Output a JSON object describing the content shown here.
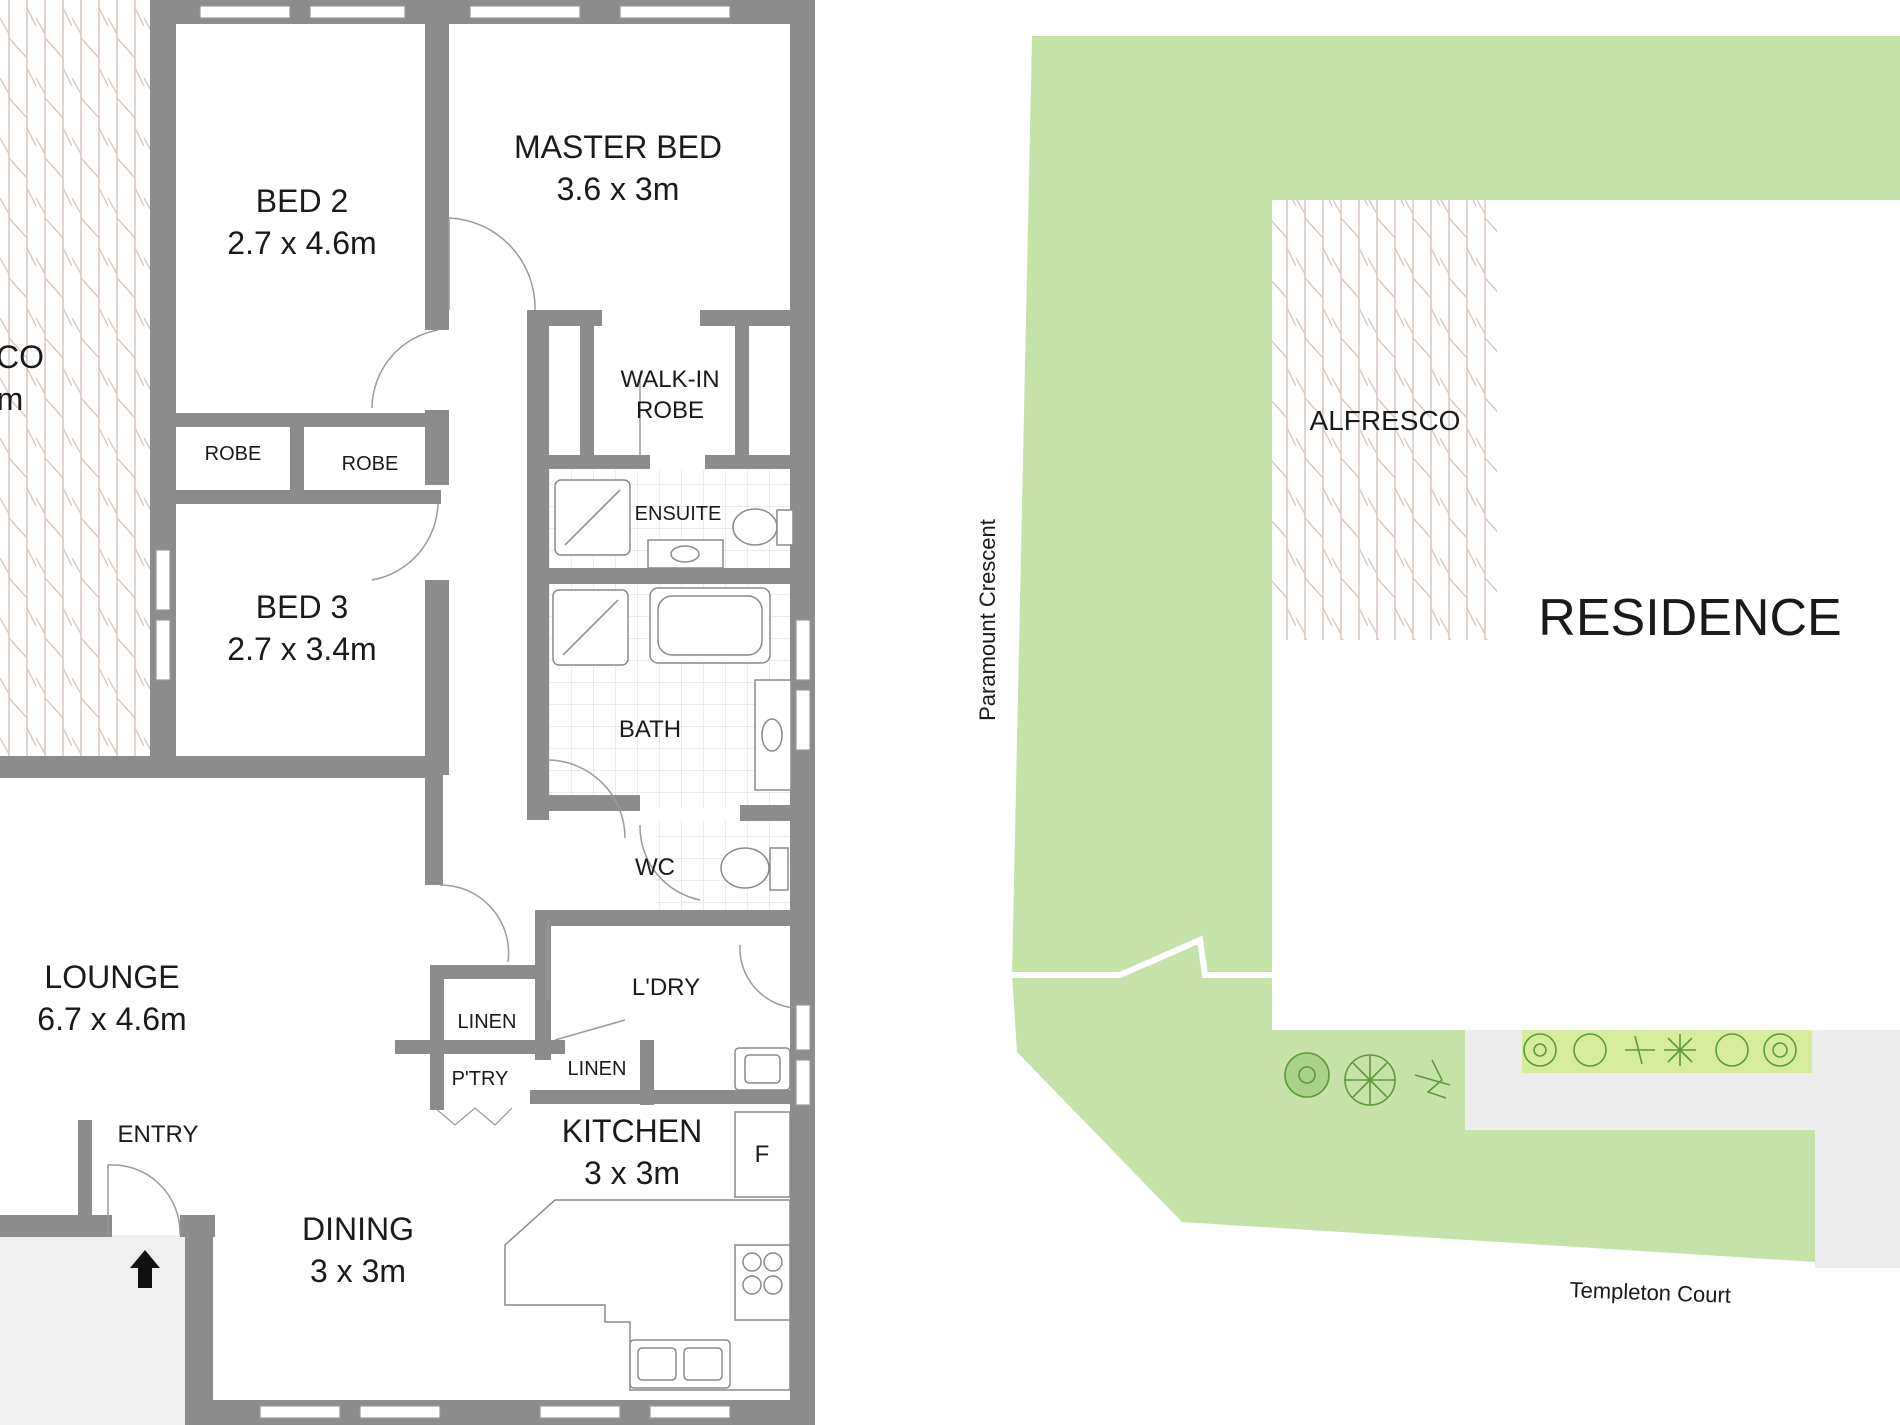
{
  "rooms": {
    "master_bed": {
      "name": "MASTER BED",
      "size": "3.6 x 3m"
    },
    "bed2": {
      "name": "BED 2",
      "size": "2.7 x 4.6m"
    },
    "bed3": {
      "name": "BED 3",
      "size": "2.7 x 3.4m"
    },
    "alfresco_cut": {
      "name": "CO",
      "size": "m"
    },
    "robe1": "ROBE",
    "robe2": "ROBE",
    "walkin": {
      "line1": "WALK-IN",
      "line2": "ROBE"
    },
    "ensuite": "ENSUITE",
    "bath": "BATH",
    "wc": "WC",
    "lounge": {
      "name": "LOUNGE",
      "size": "6.7 x 4.6m"
    },
    "laundry": "L'DRY",
    "linen1": "LINEN",
    "linen2": "LINEN",
    "pantry": "P'TRY",
    "entry": "ENTRY",
    "kitchen": {
      "name": "KITCHEN",
      "size": "3 x 3m"
    },
    "fridge": "F",
    "dining": {
      "name": "DINING",
      "size": "3 x 3m"
    }
  },
  "site": {
    "alfresco": "ALFRESCO",
    "residence": "RESIDENCE",
    "street_west": "Paramount Crescent",
    "street_south": "Templeton Court"
  },
  "colors": {
    "wall": "#8c8c8c",
    "lawn": "#c5e3a8",
    "paving": "#ececec",
    "garden_bed": "#d6ec9c",
    "text": "#1a1a1a"
  }
}
